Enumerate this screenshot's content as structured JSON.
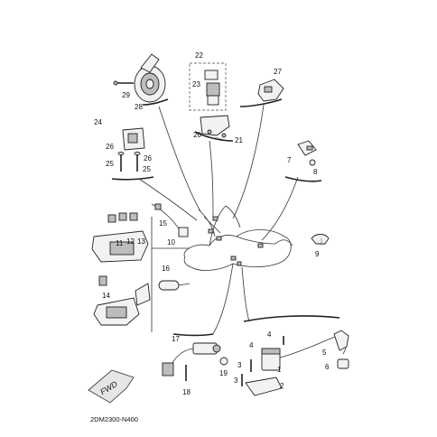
{
  "diagram": {
    "code": "2DM2300-N400",
    "fwd_label": "FWD",
    "callouts": {
      "c1": "1",
      "c2": "2",
      "c3a": "3",
      "c3b": "3",
      "c4a": "4",
      "c4b": "4",
      "c5": "5",
      "c6": "6",
      "c7": "7",
      "c8": "8",
      "c9": "9",
      "c10": "10",
      "c11": "11",
      "c12": "12",
      "c13": "13",
      "c14": "14",
      "c15": "15",
      "c16": "16",
      "c17": "17",
      "c18": "18",
      "c19": "19",
      "c20": "20",
      "c21": "21",
      "c22": "22",
      "c23": "23",
      "c24": "24",
      "c25a": "25",
      "c25b": "25",
      "c26a": "26",
      "c26b": "26",
      "c27": "27",
      "c28": "28",
      "c29": "29"
    }
  }
}
